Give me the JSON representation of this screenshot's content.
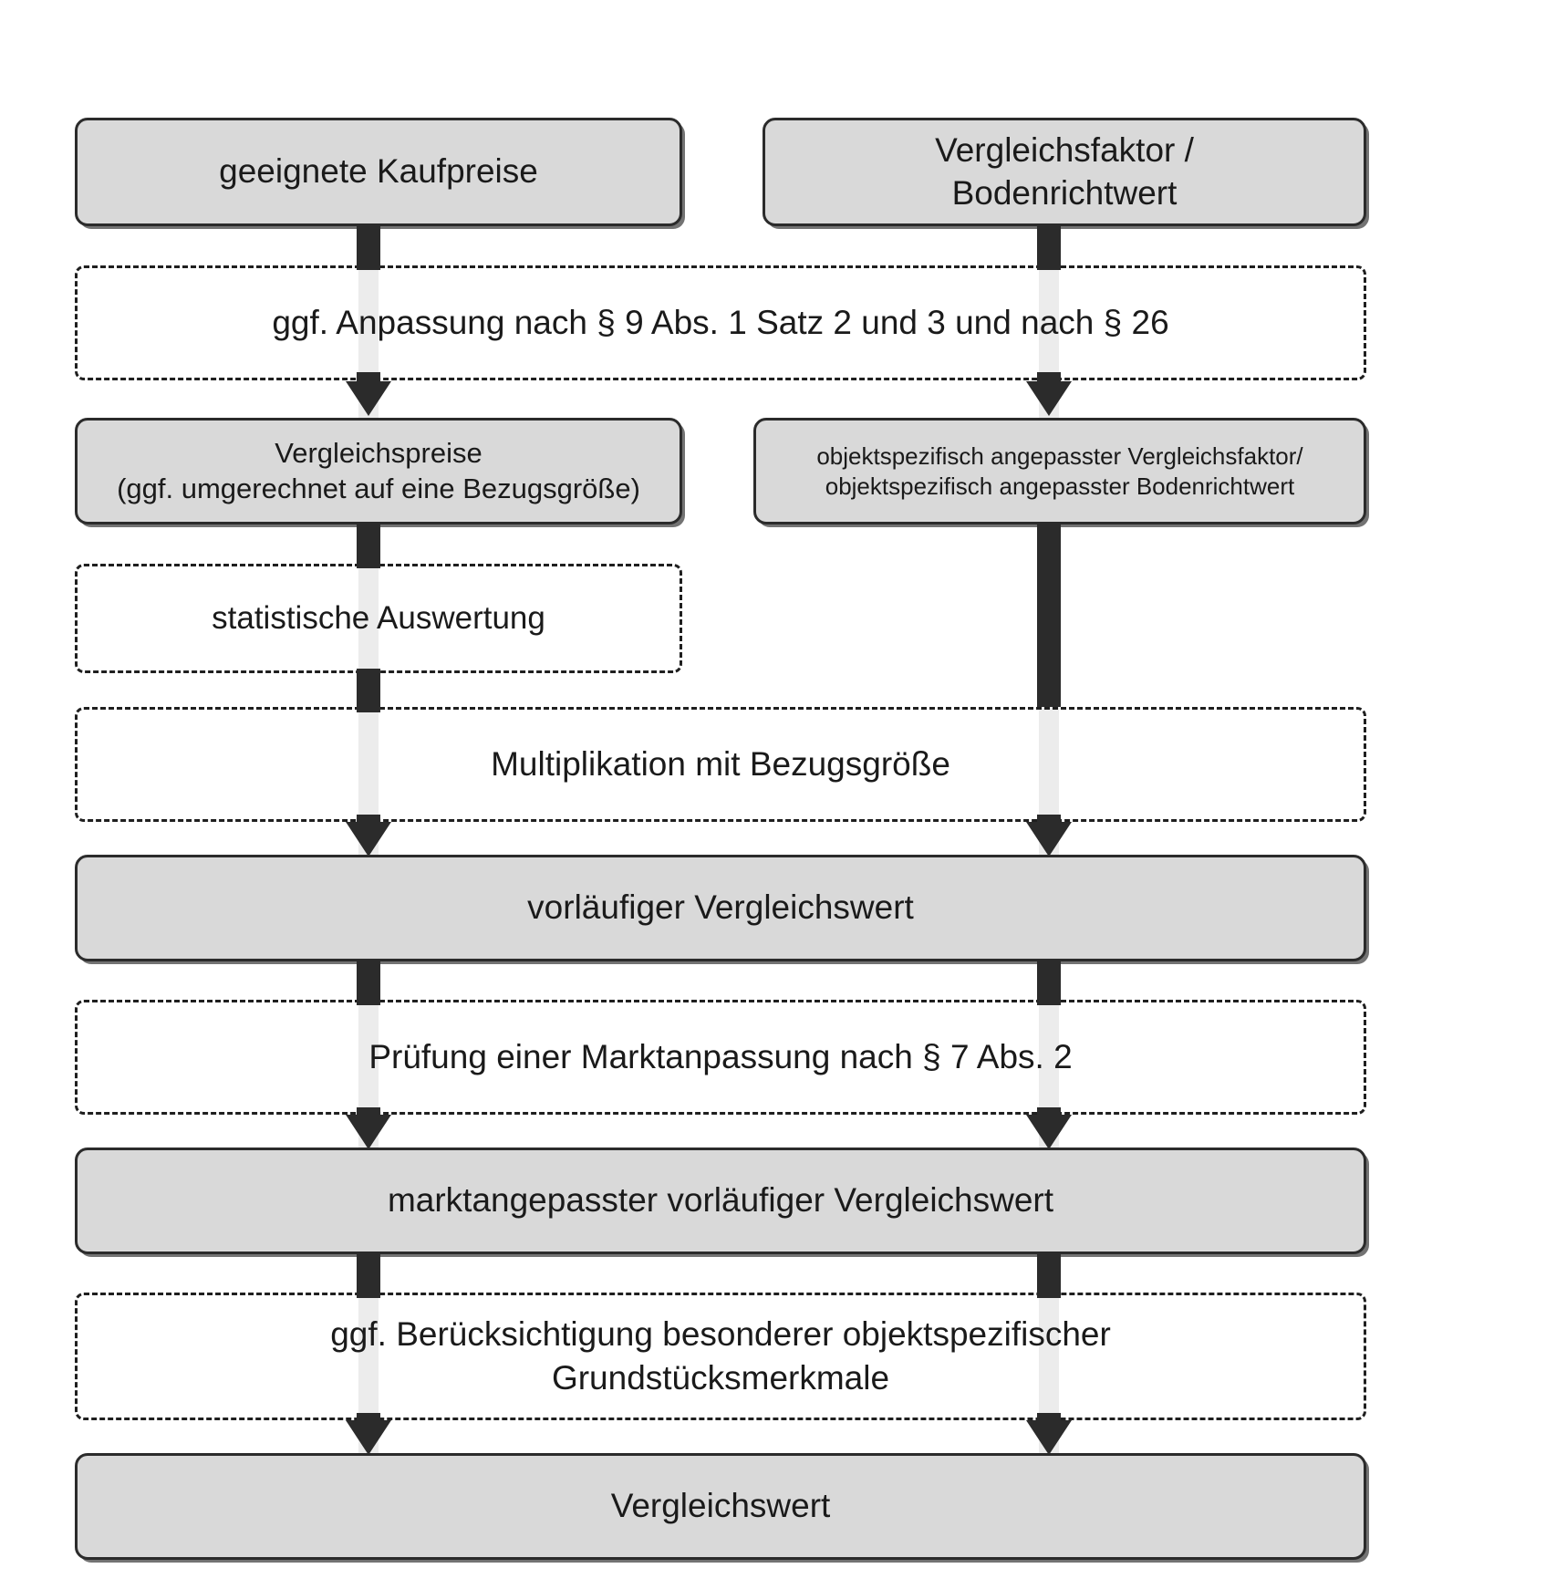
{
  "diagram": {
    "title_text": "Vergleichswertverfahren Ablaufdiagramm",
    "colors": {
      "node_fill": "#d9d9d9",
      "node_border": "#2b2b2b",
      "band_border": "#1f1f1f",
      "connector": "#2b2b2b",
      "rail": "#ececec",
      "background": "#ffffff"
    },
    "nodes": {
      "geeignete_kaufpreise": {
        "label": "geeignete Kaufpreise"
      },
      "vergleichsfaktor_bodenrichtwert": {
        "line1": "Vergleichsfaktor /",
        "line2": "Bodenrichtwert"
      },
      "vergleichspreise": {
        "line1": "Vergleichspreise",
        "line2": "(ggf. umgerechnet auf eine Bezugsgröße)"
      },
      "objektspezifisch_angepasst": {
        "line1": "objektspezifisch angepasster Vergleichsfaktor/",
        "line2": "objektspezifisch angepasster Bodenrichtwert"
      },
      "vorlaeufiger_vergleichswert": {
        "label": "vorläufiger Vergleichswert"
      },
      "marktangepasster_vorlaeufiger_vergleichswert": {
        "label": "marktangepasster vorläufiger Vergleichswert"
      },
      "vergleichswert": {
        "label": "Vergleichswert"
      }
    },
    "bands": {
      "anpassung": {
        "label": "ggf. Anpassung nach § 9 Abs. 1 Satz 2 und 3 und nach § 26"
      },
      "statistische_auswertung": {
        "label": "statistische Auswertung"
      },
      "multiplikation": {
        "label": "Multiplikation mit Bezugsgröße"
      },
      "marktanpassung": {
        "label": "Prüfung einer Marktanpassung nach § 7 Abs. 2"
      },
      "beruecksichtigung": {
        "line1": "ggf. Berücksichtigung besonderer objektspezifischer",
        "line2": "Grundstücksmerkmale"
      }
    }
  }
}
